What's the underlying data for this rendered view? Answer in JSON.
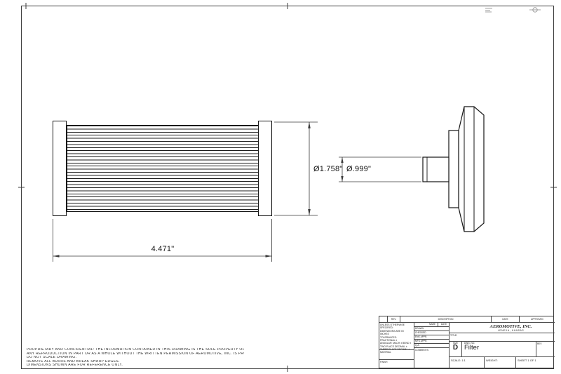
{
  "sheet": {
    "dims": {
      "length": "4.471\"",
      "body_diameter": "Ø1.758\"",
      "port_diameter": "Ø.999\""
    },
    "rev_strip": {
      "rev": "REV.",
      "description": "DESCRIPTION",
      "date": "DATE",
      "approved": "APPROVED"
    },
    "tolerances": [
      "UNLESS OTHERWISE SPECIFIED:",
      "DIMENSIONS ARE IN INCHES",
      "TOLERANCES:",
      "FRACTIONAL ±",
      "ANGULAR: MACH ±  BEND ±",
      "TWO PLACE DECIMAL    ±",
      "THREE PLACE DECIMAL  ±"
    ],
    "material_label": "MATERIAL",
    "finish_label": "FINISH",
    "approvals": {
      "name_col": "NAME",
      "date_col": "DATE",
      "rows": [
        "DRAWN",
        "CHECKED",
        "ENG APPR.",
        "MFG APPR.",
        "Q.A."
      ],
      "comments_label": "COMMENTS:"
    },
    "title_block": {
      "company": "AEROMOTIVE, INC.",
      "company_sub": "LENEXA, KANSAS",
      "title_label": "TITLE:",
      "size_label": "SIZE",
      "size": "D",
      "dwg_label": "DWG. NO.",
      "dwg_no": "Filter",
      "rev_label": "REV",
      "scale": "SCALE: 1:1",
      "weight": "WEIGHT:",
      "sheet_no": "SHEET 1 OF 1"
    },
    "notes": [
      "PROPRIETARY AND CONFIDENTIAL:  THE INFORMATION CONTAINED IN THIS DRAWING IS THE SOLE PROPERTY OF AEROMOTIVE, INC.",
      "ANY REPRODUCTION IN PART OR AS A WHOLE WITHOUT THE WRITTEN PERMISSION OF AEROMOTIVE, INC. IS PROHIBITED.",
      "DO NOT SCALE DRAWING.",
      "REMOVE ALL BURRS AND BREAK SHARP EDGES.",
      "DIMENSIONS SHOWN ARE FOR REFERENCE ONLY."
    ]
  }
}
